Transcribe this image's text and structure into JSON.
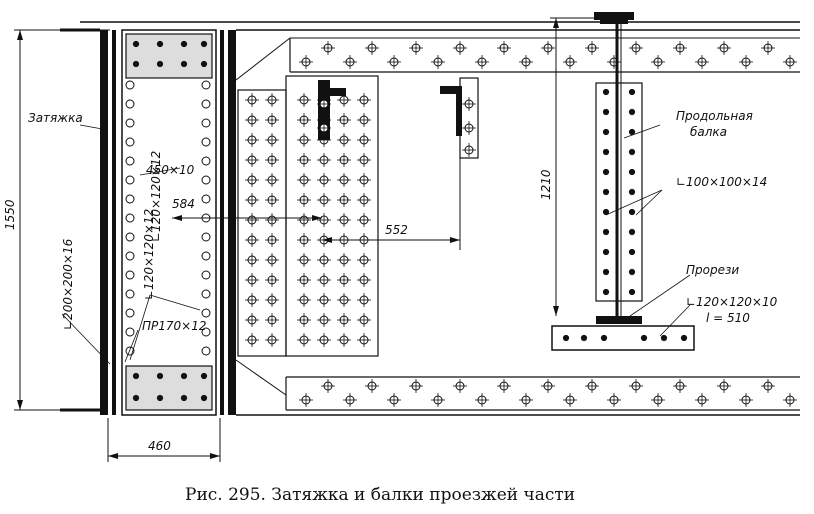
{
  "caption": "Рис. 295. Затяжка и балки проезжей части",
  "labels": {
    "tie": "Затяжка",
    "longitudinal_beam_1": "Продольная",
    "longitudinal_beam_2": "балка",
    "angle_100": "∟100×100×14",
    "slots": "Прорези",
    "angle_120_10": "∟120×120×10",
    "length_510": "l = 510",
    "plate_450": "450×10",
    "angle_120_12": "∟120×120×12",
    "angle_120_12_b": "∟120×120×12",
    "angle_200": "∟200×200×16",
    "plate_pr": "ПР170×12"
  },
  "dimensions": {
    "d1550": "1550",
    "d1210": "1210",
    "d584": "584",
    "d552": "552",
    "d460": "460"
  }
}
